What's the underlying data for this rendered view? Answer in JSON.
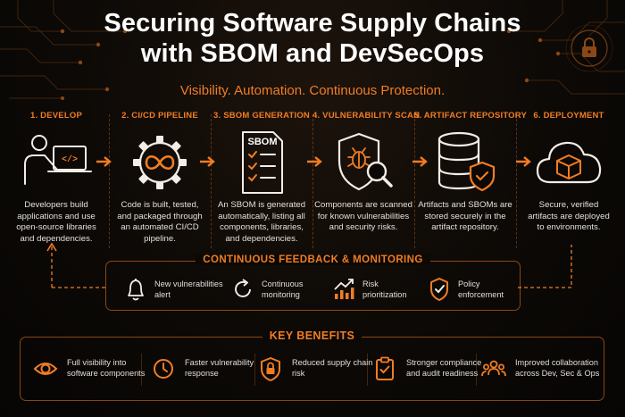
{
  "title": {
    "line1": "Securing Software Supply Chains",
    "line2": "with SBOM and DevSecOps"
  },
  "subtitle": "Visibility. Automation. Continuous Protection.",
  "colors": {
    "accent": "#f07d24",
    "background": "#0b0805",
    "text": "#e9e4de"
  },
  "steps": [
    {
      "label": "1. DEVELOP",
      "icon": "developer-laptop-icon",
      "desc": [
        "Developers build",
        "applications and use",
        "open-source libraries",
        "and dependencies."
      ]
    },
    {
      "label": "2. CI/CD PIPELINE",
      "icon": "infinity-gear-icon",
      "desc": [
        "Code is built, tested,",
        "and packaged through",
        "an automated CI/CD",
        "pipeline."
      ]
    },
    {
      "label": "3. SBOM GENERATION",
      "icon": "sbom-document-icon",
      "icon_text": "SBOM",
      "desc": [
        "An SBOM is generated",
        "automatically, listing all",
        "components, libraries,",
        "and dependencies."
      ]
    },
    {
      "label": "4. VULNERABILITY SCAN",
      "icon": "shield-bug-search-icon",
      "desc": [
        "Components are scanned",
        "for known vulnerabilities",
        "and security risks."
      ]
    },
    {
      "label": "5. ARTIFACT REPOSITORY",
      "icon": "database-shield-icon",
      "desc": [
        "Artifacts and SBOMs are",
        "stored securely in the",
        "artifact repository."
      ]
    },
    {
      "label": "6. DEPLOYMENT",
      "icon": "cloud-box-icon",
      "desc": [
        "Secure, verified",
        "artifacts are deployed",
        "to environments."
      ]
    }
  ],
  "feedback": {
    "title": "CONTINUOUS FEEDBACK & MONITORING",
    "items": [
      {
        "icon": "bell-icon",
        "text": [
          "New vulnerabilities",
          "alert"
        ]
      },
      {
        "icon": "refresh-icon",
        "text": [
          "Continuous",
          "monitoring"
        ]
      },
      {
        "icon": "chart-up-icon",
        "text": [
          "Risk",
          "prioritization"
        ]
      },
      {
        "icon": "shield-check-icon",
        "text": [
          "Policy",
          "enforcement"
        ]
      }
    ]
  },
  "benefits": {
    "title": "KEY BENEFITS",
    "items": [
      {
        "icon": "eye-icon",
        "text": [
          "Full visibility into",
          "software components"
        ]
      },
      {
        "icon": "clock-icon",
        "text": [
          "Faster vulnerability",
          "response"
        ]
      },
      {
        "icon": "lock-shield-icon",
        "text": [
          "Reduced supply chain",
          "risk"
        ]
      },
      {
        "icon": "clipboard-check-icon",
        "text": [
          "Stronger compliance",
          "and audit readiness"
        ]
      },
      {
        "icon": "team-icon",
        "text": [
          "Improved collaboration",
          "across Dev, Sec & Ops"
        ]
      }
    ]
  }
}
